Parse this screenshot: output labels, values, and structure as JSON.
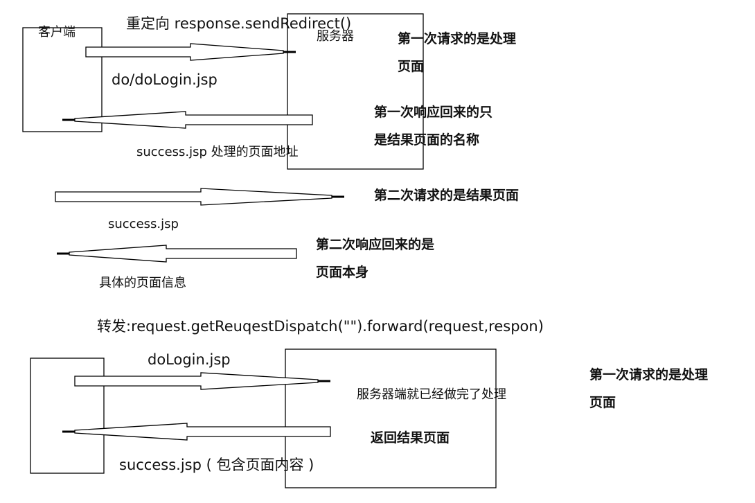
{
  "redirect": {
    "title": "重定向 response.sendRedirect()",
    "client_label": "客户端",
    "server_label": "服务器",
    "req1_label": "do/doLogin.jsp",
    "resp1_label": "success.jsp  处理的页面地址",
    "req2_label": "success.jsp",
    "resp2_label": "具体的页面信息",
    "note_req1": [
      "第一次请求的是处理",
      "页面"
    ],
    "note_resp1": [
      "第一次响应回来的只",
      "是结果页面的名称"
    ],
    "note_req2": "第二次请求的是结果页面",
    "note_resp2": [
      "第二次响应回来的是",
      "页面本身"
    ]
  },
  "forward": {
    "title": "转发:request.getReuqestDispatch(\"\").forward(request,respon)",
    "req_label": "doLogin.jsp",
    "server_text": "服务器端就已经做完了处理",
    "server_return": "返回结果页面",
    "resp_label": "success.jsp ( 包含页面内容 )",
    "note_req": [
      "第一次请求的是处理",
      "页面"
    ]
  }
}
